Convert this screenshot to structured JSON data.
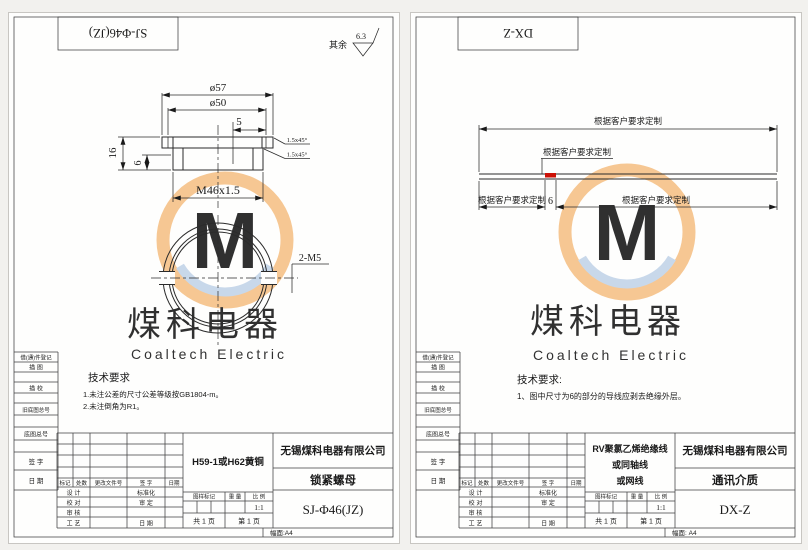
{
  "common": {
    "side_labels": [
      "借(通)件登记",
      "描 图",
      "描 校",
      "旧底图总号",
      "底图总号",
      "签 字",
      "日 期"
    ],
    "rev_header": [
      "标记",
      "处数",
      "更改文件号",
      "签 字",
      "日期"
    ],
    "roles": [
      "设 计",
      "校 对",
      "审 核",
      "工 艺"
    ],
    "mid_roles": [
      "标准化",
      "审 定",
      "日 期"
    ],
    "stamp_cols": [
      "图样标记",
      "重 量",
      "比 例"
    ],
    "pages": [
      "共 1 页",
      "第 1 页"
    ]
  },
  "watermark": {
    "logo_letter": "M",
    "cn": "煤科电器",
    "en": "Coaltech Electric",
    "orange": "#f2a952",
    "navy": "#9fb0cb"
  },
  "sheet1": {
    "corner_stamp": "SJ-Φ46(JZ)",
    "roughness": {
      "prefix": "其余",
      "value": "6.3"
    },
    "dims": {
      "dia_outer": "ø57",
      "dia_inner": "ø50",
      "depth": "5",
      "height": "16",
      "step": "6",
      "thread": "M46x1.5",
      "chamfer1": "1.5x45°",
      "chamfer2": "1.5x45°",
      "holes": "2-M5"
    },
    "tech": {
      "title": "技术要求",
      "line1": "1.未注公差的尺寸公差等级按GB1804-m。",
      "line2": "2.未注倒角为R1。"
    },
    "tb": {
      "material": "H59-1或H62黄铜",
      "company": "无锡煤科电器有限公司",
      "name": "锁紧螺母",
      "no": "SJ-Φ46(JZ)",
      "scale": "1:1",
      "format": "幅面:A4"
    }
  },
  "sheet2": {
    "corner_stamp": "DX-Z",
    "cable": {
      "top": "根据客户要求定制",
      "mid": "根据客户要求定制",
      "left": "根据客户要求定制",
      "right": "根据客户要求定制",
      "strip": "6"
    },
    "tech": {
      "title": "技术要求:",
      "line1": "1、图中尺寸为6的部分的导线应剥去绝缘外层。"
    },
    "tb": {
      "material1": "RV聚氯乙烯绝缘线",
      "material2": "或同轴线",
      "material3": "或网线",
      "company": "无锡煤科电器有限公司",
      "name": "通讯介质",
      "no": "DX-Z",
      "scale": "1:1",
      "format": "幅面: A4"
    }
  }
}
